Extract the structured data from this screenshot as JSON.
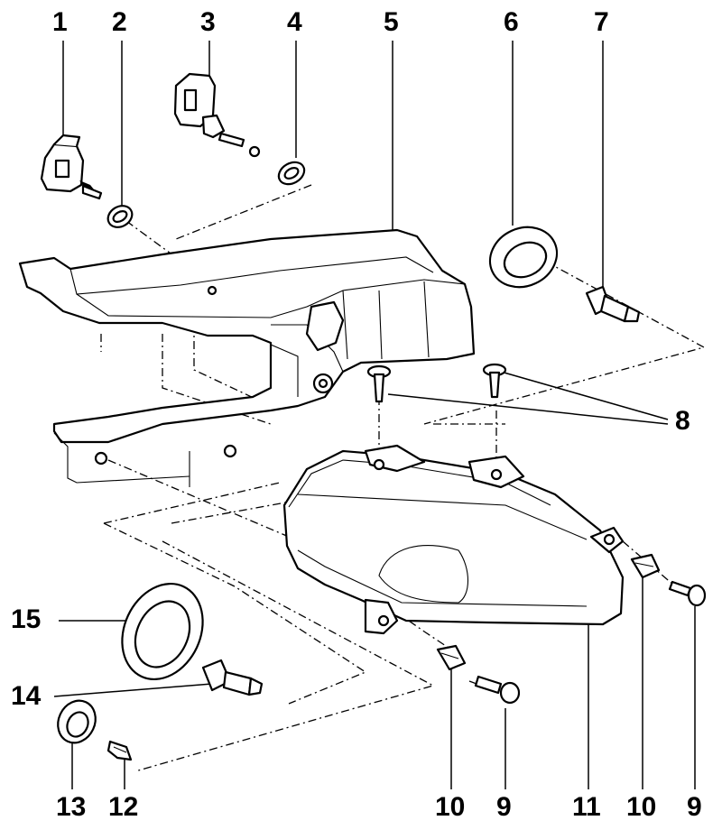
{
  "diagram": {
    "callouts": [
      {
        "id": "c1",
        "text": "1"
      },
      {
        "id": "c2",
        "text": "2"
      },
      {
        "id": "c3",
        "text": "3"
      },
      {
        "id": "c4",
        "text": "4"
      },
      {
        "id": "c5",
        "text": "5"
      },
      {
        "id": "c6",
        "text": "6"
      },
      {
        "id": "c7",
        "text": "7"
      },
      {
        "id": "c8",
        "text": "8"
      },
      {
        "id": "c15",
        "text": "15"
      },
      {
        "id": "c14",
        "text": "14"
      },
      {
        "id": "c13",
        "text": "13"
      },
      {
        "id": "c12",
        "text": "12"
      },
      {
        "id": "c10a",
        "text": "10"
      },
      {
        "id": "c9a",
        "text": "9"
      },
      {
        "id": "c11",
        "text": "11"
      },
      {
        "id": "c10b",
        "text": "10"
      },
      {
        "id": "c9b",
        "text": "9"
      }
    ]
  }
}
